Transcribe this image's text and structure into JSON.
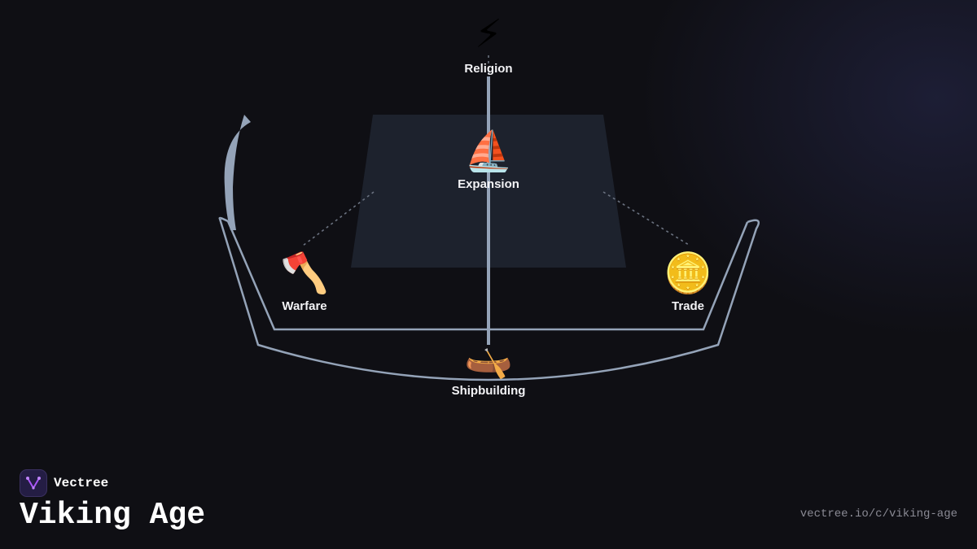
{
  "brand": {
    "name": "Vectree",
    "logo_icon": "vectree-logo-icon"
  },
  "title": "Viking Age",
  "url": "vectree.io/c/viking-age",
  "colors": {
    "background": "#0f0f14",
    "ship_outline": "#94a3b8",
    "sail": "#1e2430",
    "label": "#f2f2f5",
    "url": "#8a8a94",
    "logo_accent": "#a855f7"
  },
  "nodes": [
    {
      "id": "religion",
      "label": "Religion",
      "icon": "lightning-icon",
      "glyph": "⚡"
    },
    {
      "id": "expansion",
      "label": "Expansion",
      "icon": "sailboat-icon",
      "glyph": "⛵"
    },
    {
      "id": "warfare",
      "label": "Warfare",
      "icon": "axe-icon",
      "glyph": "🪓"
    },
    {
      "id": "trade",
      "label": "Trade",
      "icon": "coin-icon",
      "glyph": "🪙"
    },
    {
      "id": "shipbuilding",
      "label": "Shipbuilding",
      "icon": "canoe-icon",
      "glyph": "🛶"
    }
  ]
}
